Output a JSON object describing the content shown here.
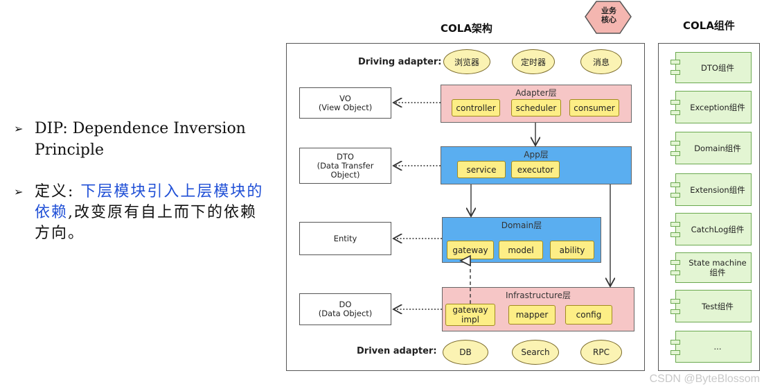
{
  "left_text": {
    "bullet1": "DIP: Dependence Inversion Principle",
    "bullet2_prefix": "定义:",
    "bullet2_highlight": "下层模块引入上层模块的依赖",
    "bullet2_suffix": ",改变原有自上而下的依赖方向。"
  },
  "badge": "业务\n核心",
  "arch_title": "COLA架构",
  "comp_title": "COLA组件",
  "driving": {
    "label": "Driving adapter:",
    "items": [
      "浏览器",
      "定时器",
      "消息"
    ]
  },
  "driven": {
    "label": "Driven adapter:",
    "items": [
      "DB",
      "Search",
      "RPC"
    ]
  },
  "layers": {
    "adapter": {
      "title": "Adapter层",
      "chips": [
        "controller",
        "scheduler",
        "consumer"
      ]
    },
    "app": {
      "title": "App层",
      "chips": [
        "service",
        "executor"
      ]
    },
    "domain": {
      "title": "Domain层",
      "chips": [
        "gateway",
        "model",
        "ability"
      ]
    },
    "infra": {
      "title": "Infrastructure层",
      "chips": [
        "gateway\nimpl",
        "mapper",
        "config"
      ]
    }
  },
  "objects": {
    "vo": "VO\n(View Object)",
    "dto": "DTO\n(Data Transfer\nObject)",
    "entity": "Entity",
    "do": "DO\n(Data Object)"
  },
  "components": [
    "DTO组件",
    "Exception组件",
    "Domain组件",
    "Extension组件",
    "CatchLog组件",
    "State machine\n组件",
    "Test组件",
    "..."
  ],
  "colors": {
    "pink_layer": "#f6c6c6",
    "blue_layer": "#5aaef0",
    "chip": "#fdee86",
    "component": "#e3f5d3",
    "highlight_text": "#1f4fd6"
  },
  "watermark": "CSDN @ByteBlossom"
}
